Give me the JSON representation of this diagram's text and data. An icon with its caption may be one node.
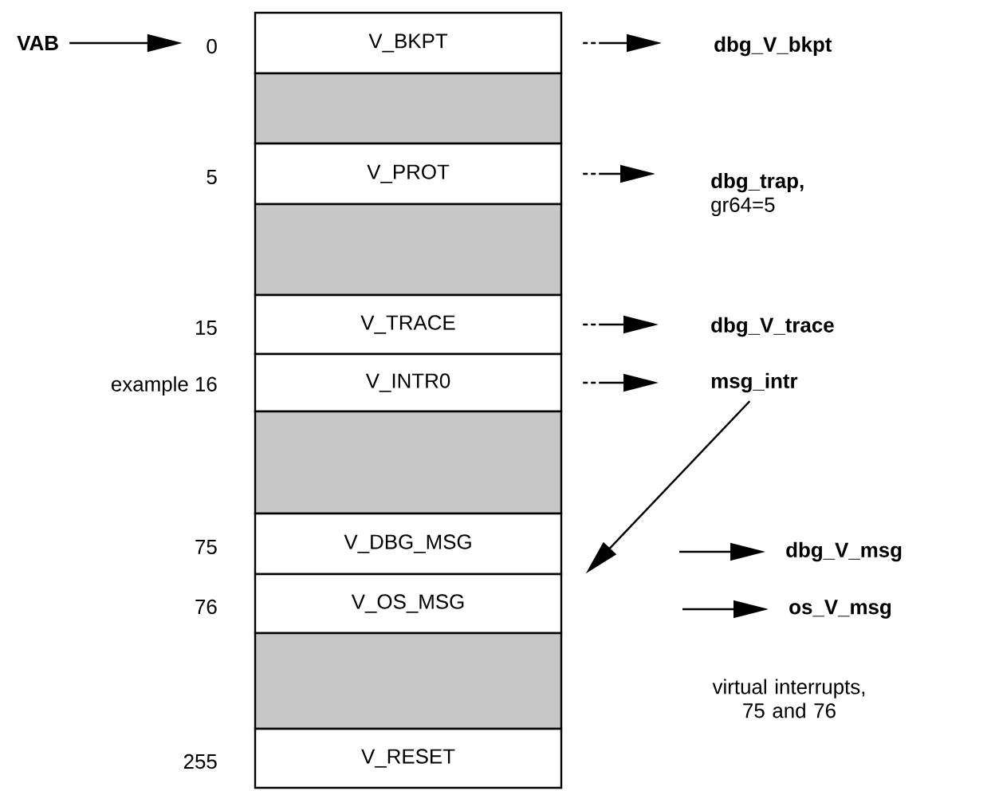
{
  "diagram": {
    "nodes": [
      {
        "text": [
          "VAB"
        ]
      },
      {
        "text": [
          "V_BKPT"
        ],
        "beside": [
          "0"
        ]
      },
      {
        "text": [],
        "shape": "bar"
      },
      {
        "text": [
          "V_PROT"
        ],
        "beside": [
          "5"
        ]
      },
      {
        "text": [],
        "shape": "bar"
      },
      {
        "text": [
          "V_TRACE"
        ],
        "beside": [
          "15"
        ]
      },
      {
        "text": [
          "V_INTR0"
        ],
        "beside": [
          "example 16"
        ]
      },
      {
        "text": [],
        "shape": "bar"
      },
      {
        "text": [
          "V_DBG_MSG"
        ],
        "beside": [
          "75"
        ]
      },
      {
        "text": [
          "V_OS_MSG"
        ],
        "beside": [
          "76"
        ]
      },
      {
        "text": [],
        "shape": "bar"
      },
      {
        "text": [
          "V_RESET"
        ],
        "beside": [
          "255"
        ]
      },
      {
        "text": [
          "dbg_V_bkpt"
        ]
      },
      {
        "text": [
          "dbg_trap,",
          "gr64=5"
        ]
      },
      {
        "text": [
          "dbg_V_trace"
        ]
      },
      {
        "text": [
          "msg_intr"
        ]
      },
      {
        "text": [
          "dbg_V_msg"
        ]
      },
      {
        "text": [
          "os_V_msg"
        ]
      }
    ],
    "edges": [
      {
        "from": 0,
        "to": 1,
        "arrow": "to"
      },
      {
        "from": 1,
        "to": 12,
        "arrow": "to",
        "style": "dashed"
      },
      {
        "from": 3,
        "to": 13,
        "arrow": "to",
        "style": "dashed"
      },
      {
        "from": 5,
        "to": 14,
        "arrow": "to",
        "style": "dashed"
      },
      {
        "from": 6,
        "to": 15,
        "arrow": "to",
        "style": "dashed"
      },
      {
        "from": 15,
        "to": 8,
        "arrow": "to"
      },
      {
        "from": null,
        "to": 16,
        "arrow": "to"
      },
      {
        "from": null,
        "to": 17,
        "arrow": "to"
      }
    ],
    "labels": [
      "virtual interrupts, 75 and 76"
    ]
  }
}
